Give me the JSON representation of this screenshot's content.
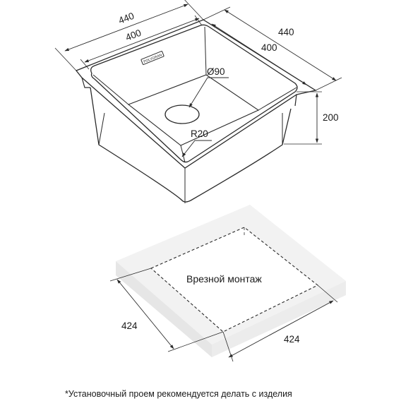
{
  "sink_drawing": {
    "dim_outer_width": "440",
    "dim_inner_width": "400",
    "dim_outer_depth": "440",
    "dim_inner_depth": "400",
    "dim_drain_diameter": "Ø90",
    "dim_corner_radius": "R20",
    "dim_height": "200",
    "logo_text": "POLYGRAN"
  },
  "cutout_drawing": {
    "mounting_label": "Врезной монтаж",
    "dim_cutout_width": "424",
    "dim_cutout_depth": "424"
  },
  "footnote": "*Установочный проем рекомендуется делать с изделия"
}
